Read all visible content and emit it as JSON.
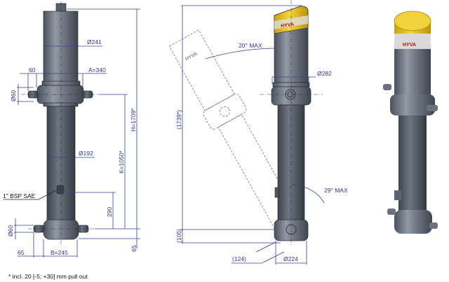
{
  "front_view": {
    "labels": {
      "dia_top": "Ø241",
      "trunnion_offset": "60",
      "a_dim": "A=340",
      "dia_trunnion_top": "Ø60",
      "h_dim": "H=1709*",
      "k_dim": "K=1050*",
      "dia_tube": "Ø192",
      "port": "1\" BSP SAE",
      "port_height": "290",
      "dia_trunnion_bottom": "Ø60",
      "bottom_offset": "65",
      "b_dim": "B=245",
      "bottom_height": "65"
    }
  },
  "side_view": {
    "labels": {
      "total_height": "(1739*)",
      "tilt_top": "20° MAX",
      "dia_collar": "Ø282",
      "tilt_bottom": "29° MAX",
      "bottom_height": "(105)",
      "bottom_width": "(124)",
      "dia_bottom": "Ø224"
    },
    "logo_text": "HYVA"
  },
  "render_view": {
    "logo_text": "HYVA",
    "colors": {
      "cap": "#e8c21a",
      "body": "#6f7a86"
    }
  },
  "footnote": "* incl. 20 [-5; +30] mm pull out"
}
